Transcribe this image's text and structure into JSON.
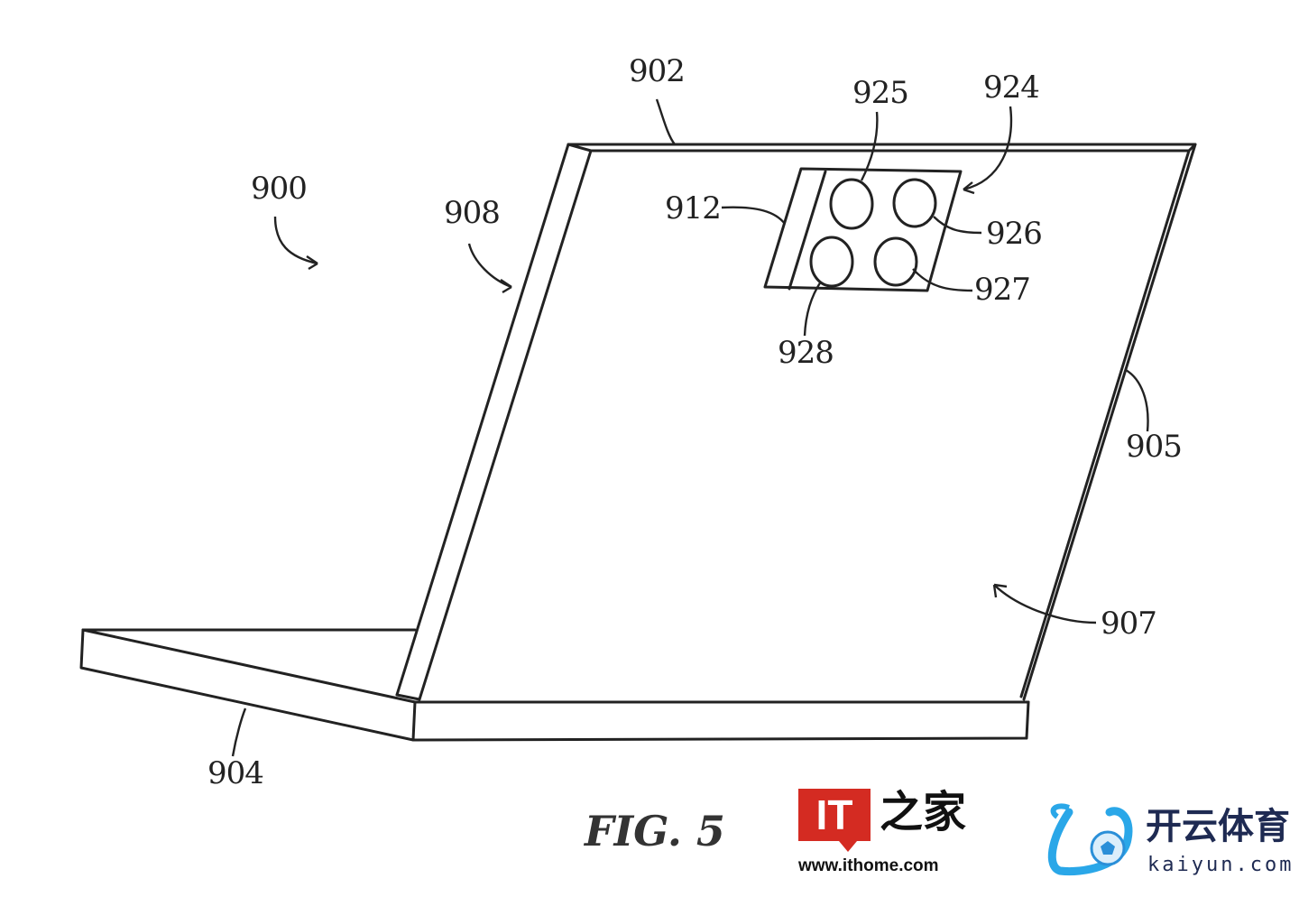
{
  "figure": {
    "caption": "FIG. 5",
    "labels": {
      "l900": "900",
      "l902": "902",
      "l904": "904",
      "l905": "905",
      "l907": "907",
      "l908": "908",
      "l912": "912",
      "l924": "924",
      "l925": "925",
      "l926": "926",
      "l927": "927",
      "l928": "928"
    }
  },
  "watermarks": {
    "ithome": {
      "logo_text": "IT",
      "cn_text": "之家",
      "url": "www.ithome.com",
      "color": "#d42b22"
    },
    "kaiyun": {
      "cn_text": "开云体育",
      "url": "kaiyun.com",
      "color": "#1e2a52",
      "accent": "#2aa7e8"
    }
  }
}
